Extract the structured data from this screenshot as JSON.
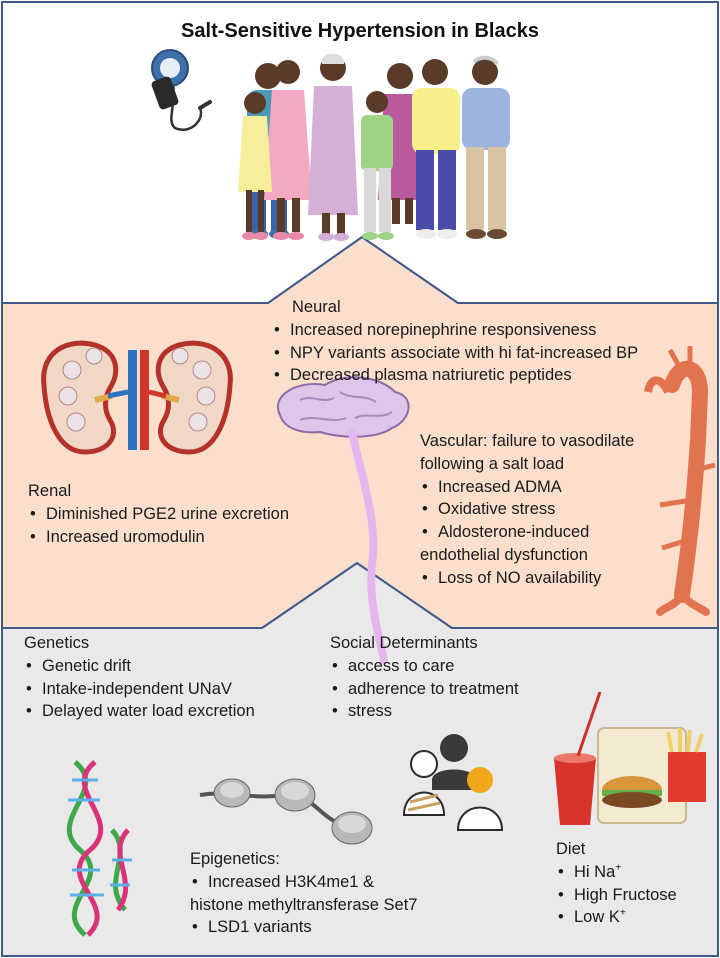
{
  "title": "Salt-Sensitive Hypertension in Blacks",
  "neural": {
    "heading": "Neural",
    "items": [
      "Increased norepinephrine responsiveness",
      "NPY variants associate with hi fat-increased BP",
      "Decreased plasma natriuretic peptides"
    ]
  },
  "renal": {
    "heading": "Renal",
    "items": [
      "Diminished PGE2 urine excretion",
      "Increased uromodulin"
    ]
  },
  "vascular": {
    "heading_line1": "Vascular: failure to vasodilate",
    "heading_line2": "following a salt load",
    "items": [
      "Increased ADMA",
      "Oxidative stress",
      "Aldosterone-induced",
      "Loss of NO availability"
    ],
    "continuation": "endothelial dysfunction"
  },
  "genetics": {
    "heading": "Genetics",
    "items": [
      "Genetic drift",
      "Intake-independent UNaV",
      "Delayed water load excretion"
    ]
  },
  "social": {
    "heading": "Social Determinants",
    "items": [
      "access to care",
      "adherence to treatment",
      "stress"
    ]
  },
  "epigenetics": {
    "heading": "Epigenetics:",
    "item1": "Increased H3K4me1 &",
    "item1_cont": "histone methyltransferase Set7",
    "item2": "LSD1 variants"
  },
  "diet": {
    "heading": "Diet",
    "items": [
      {
        "text": "Hi Na",
        "sup": "+"
      },
      {
        "text": "High Fructose",
        "sup": ""
      },
      {
        "text": "Low K",
        "sup": "+"
      }
    ]
  },
  "colors": {
    "top_panel_bg": "#ffffff",
    "middle_panel_bg": "#fbdfcc",
    "bottom_panel_bg": "#e9e9e9",
    "border": "#3f5a8a",
    "artery": "#e2734f",
    "kidney": "#c83a2e",
    "brain": "#c9a6d8"
  }
}
